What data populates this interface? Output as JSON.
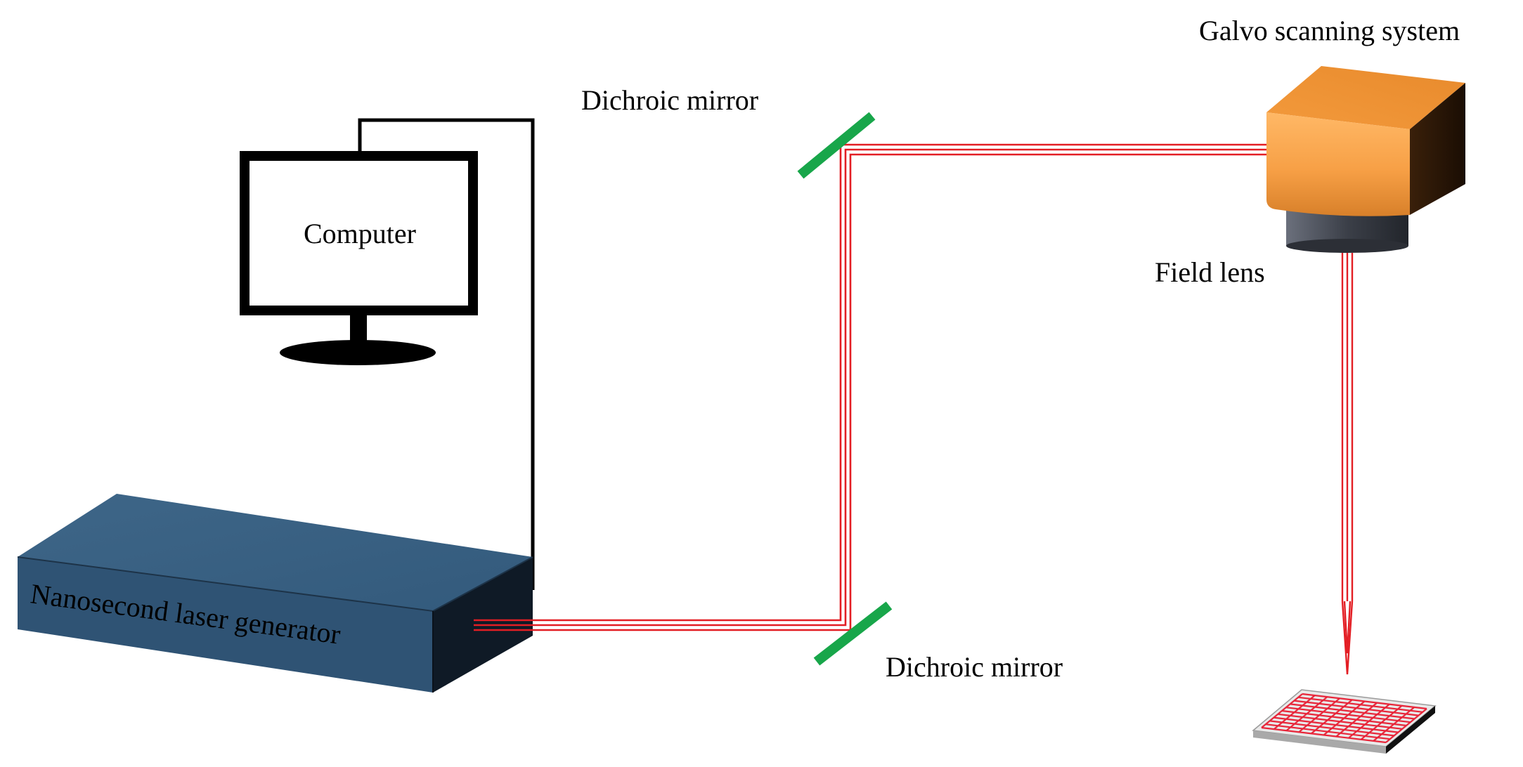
{
  "labels": {
    "galvo": "Galvo scanning system",
    "mirror_top": "Dichroic mirror",
    "mirror_bottom": "Dichroic mirror",
    "computer": "Computer",
    "field_lens": "Field lens",
    "laser": "Nanosecond laser generator"
  },
  "colors": {
    "beam": "#e31e24",
    "mirror": "#18a64a",
    "galvo_front": "#f7a046",
    "galvo_side": "#2a1606",
    "laser_top": "#3a5f80",
    "laser_front": "#2f5374",
    "laser_side": "#0f1a26",
    "lens": "#3b3f48",
    "grid": "#e8263a"
  }
}
